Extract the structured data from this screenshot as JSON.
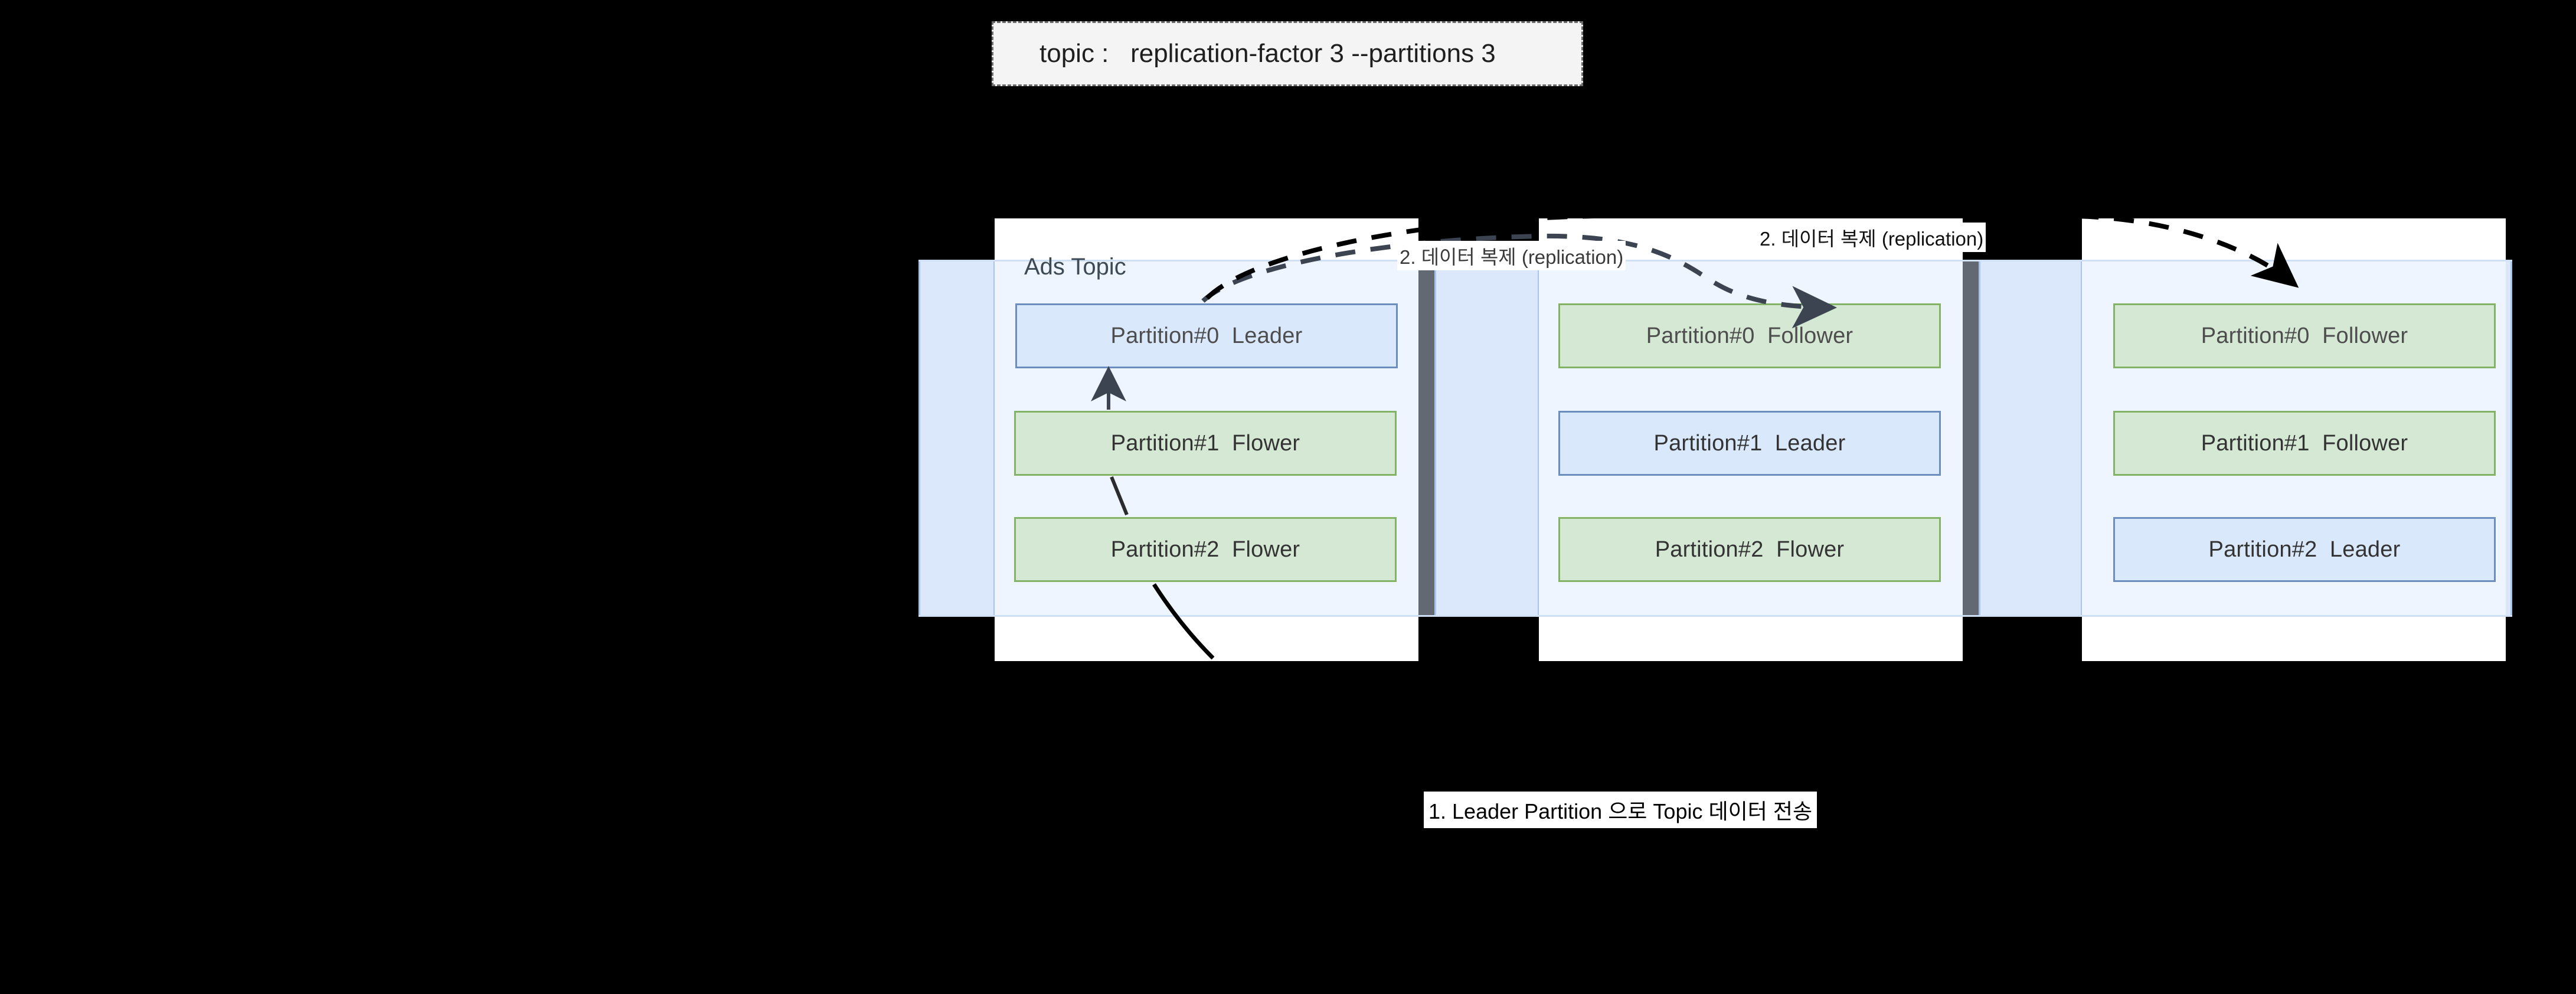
{
  "diagram": {
    "title_box": {
      "label": "topic :",
      "value": "replication-factor 3 --partitions 3",
      "full_text": "topic :   replication-factor 3 --partitions 3",
      "border_style": "dashed",
      "background": "#f4f4f4"
    },
    "topic_region": {
      "name": "Ads Topic",
      "background": "#eaf1fb"
    },
    "colors": {
      "leader_fill": "#dae8fc",
      "leader_stroke": "#6c8ebf",
      "follower_fill": "#d5e8d4",
      "follower_stroke": "#82b366",
      "band_fill": "#dae8fc",
      "band_stroke": "#7ea6e0",
      "panel_fill": "#ffffff",
      "canvas": "#000000"
    },
    "brokers": [
      {
        "id": "broker-1",
        "partitions": [
          {
            "name": "Partition#0",
            "role": "Leader",
            "kind": "leader",
            "text": "Partition#0  Leader"
          },
          {
            "name": "Partition#1",
            "role": "Flower",
            "kind": "follower",
            "text": "Partition#1  Flower"
          },
          {
            "name": "Partition#2",
            "role": "Flower",
            "kind": "follower",
            "text": "Partition#2  Flower"
          }
        ]
      },
      {
        "id": "broker-2",
        "partitions": [
          {
            "name": "Partition#0",
            "role": "Follower",
            "kind": "follower",
            "text": "Partition#0  Follower"
          },
          {
            "name": "Partition#1",
            "role": "Leader",
            "kind": "leader",
            "text": "Partition#1  Leader"
          },
          {
            "name": "Partition#2",
            "role": "Flower",
            "kind": "follower",
            "text": "Partition#2  Flower"
          }
        ]
      },
      {
        "id": "broker-3",
        "partitions": [
          {
            "name": "Partition#0",
            "role": "Follower",
            "kind": "follower",
            "text": "Partition#0  Follower"
          },
          {
            "name": "Partition#1",
            "role": "Follower",
            "kind": "follower",
            "text": "Partition#1  Follower"
          },
          {
            "name": "Partition#2",
            "role": "Leader",
            "kind": "leader",
            "text": "Partition#2  Leader"
          }
        ]
      }
    ],
    "annotations": {
      "replication_1": "2. 데이터 복제 (replication)",
      "replication_2": "2. 데이터 복제 (replication)",
      "producer_flow": "1. Leader Partition 으로 Topic 데이터 전송"
    }
  }
}
